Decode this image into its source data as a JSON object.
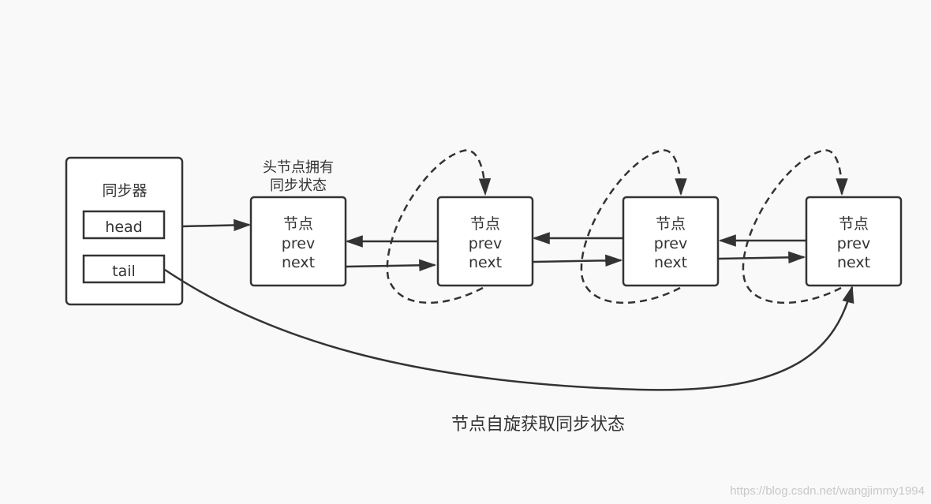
{
  "synchronizer": {
    "title": "同步器",
    "head_label": "head",
    "tail_label": "tail"
  },
  "head_note": [
    "头节点拥有",
    "同步状态"
  ],
  "nodes": [
    {
      "title": "节点",
      "prev": "prev",
      "next": "next"
    },
    {
      "title": "节点",
      "prev": "prev",
      "next": "next"
    },
    {
      "title": "节点",
      "prev": "prev",
      "next": "next"
    },
    {
      "title": "节点",
      "prev": "prev",
      "next": "next"
    }
  ],
  "caption": "节点自旋获取同步状态",
  "watermark": "https://blog.csdn.net/wangjimmy1994"
}
